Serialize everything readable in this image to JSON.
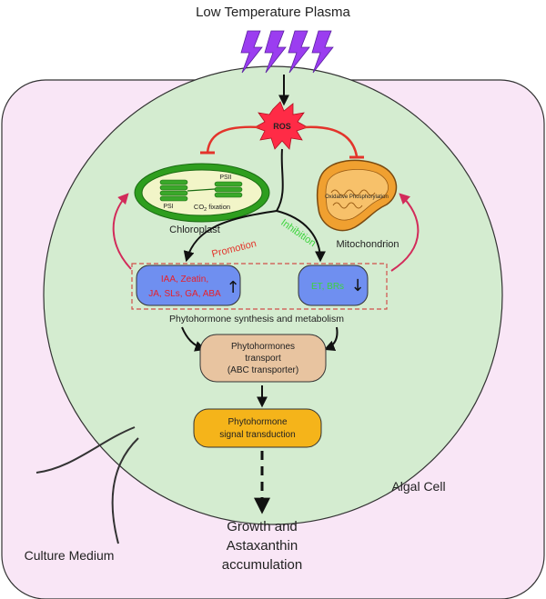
{
  "title": "Low Temperature Plasma",
  "ros": "ROS",
  "chloroplast": {
    "label": "Chloroplast",
    "psii": "PSII",
    "psi": "PSI",
    "co2_prefix": "CO",
    "co2_sub": "2",
    "co2_suffix": " fixation"
  },
  "mitochondrion": {
    "label": "Mitochondrion",
    "inner": "Oxidative Phosphorylation"
  },
  "promotion": "Promotion",
  "inhibition": "Inhibition",
  "promoted_box": {
    "line1": "IAA, Zeatin,",
    "line2": "JA, SLs, GA, ABA",
    "arrow": "↑"
  },
  "inhibited_box": {
    "text": "ET, BRs",
    "arrow": "↓"
  },
  "synthesis_label": "Phytohormone synthesis and metabolism",
  "transport": {
    "line1": "Phytohormones",
    "line2": "transport",
    "line3": "(ABC transporter)"
  },
  "signal": {
    "line1": "Phytohormone",
    "line2": "signal transduction"
  },
  "algal_cell": "Algal Cell",
  "culture_medium": "Culture Medium",
  "outcome": {
    "line1": "Growth and",
    "line2": "Astaxanthin",
    "line3": "accumulation"
  },
  "colors": {
    "lightning": "#9b3df0",
    "medium": "#f9e6f6",
    "cell": "#d4ecd0",
    "ros": "#ff2b46",
    "inhibit": "#e3342b",
    "promote_text": "#e3342b",
    "inhibit_text": "#3dd43d",
    "recycle": "#d22b5a",
    "blue_box": "#6f8ff0",
    "transport_box": "#e8c4a0",
    "signal_box": "#f5b41a",
    "chloro_outer": "#2e9e1e",
    "chloro_fill": "#f2f5c8",
    "mito_fill": "#f0a030"
  }
}
